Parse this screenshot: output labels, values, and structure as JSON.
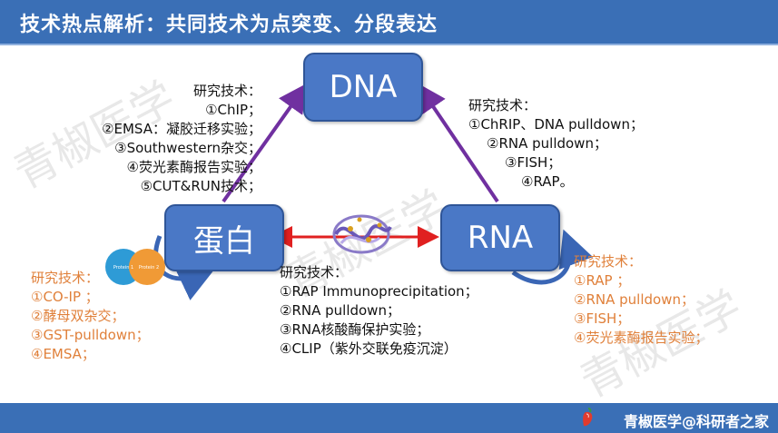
{
  "header": {
    "title": "技术热点解析：共同技术为点突变、分段表达"
  },
  "nodes": {
    "dna": "DNA",
    "protein": "蛋白",
    "rna": "RNA"
  },
  "small_labels": {
    "protein1": "Protein 1",
    "protein2": "Protein 2"
  },
  "dna_protein": {
    "heading": "研究技术：",
    "items": [
      "①ChIP；",
      "②EMSA：凝胶迁移实验；",
      "③Southwestern杂交；",
      "④荧光素酶报告实验；",
      "⑤CUT&RUN技术；"
    ]
  },
  "dna_rna": {
    "heading": "研究技术：",
    "items": [
      "①ChRIP、DNA pulldown；",
      "②RNA pulldown；",
      "③FISH；",
      "④RAP。"
    ]
  },
  "protein_rna": {
    "heading": "研究技术：",
    "items": [
      "①RAP Immunoprecipitation；",
      "②RNA pulldown；",
      "③RNA核酸酶保护实验；",
      "④CLIP（紫外交联免疫沉淀）"
    ]
  },
  "protein_protein": {
    "heading": "研究技术：",
    "items": [
      "①CO-IP ；",
      "②酵母双杂交；",
      "③GST-pulldown；",
      "④EMSA；"
    ]
  },
  "rna_rna": {
    "heading": "研究技术：",
    "items": [
      "①RAP ；",
      "②RNA pulldown；",
      "③FISH；",
      "④荧光素酶报告实验；"
    ]
  },
  "watermark": {
    "text": "青椒医学"
  },
  "footer": {
    "brand": "青椒医学@科研者之家"
  },
  "colors": {
    "header": "#3A6FB6",
    "node": "#4A78C6",
    "arrow_purple": "#7030A0",
    "arrow_red": "#E02020",
    "orange_text": "#E0803A"
  }
}
